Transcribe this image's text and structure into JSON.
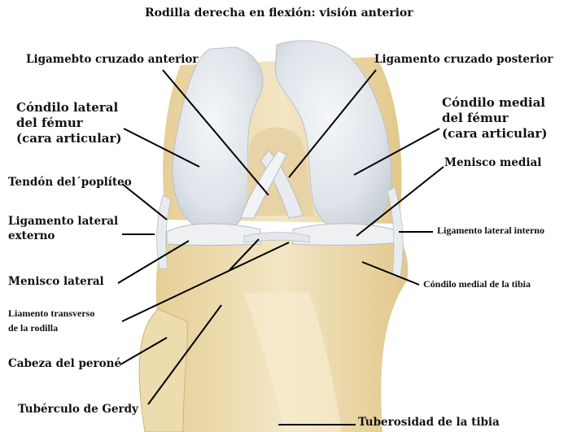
{
  "title": "Rodilla derecha en flexión: visión anterior",
  "labels": {
    "cruzado_anterior": "Ligamebto cruzado anterior",
    "cruzado_posterior": "Ligamento cruzado posterior",
    "condilo_lateral_femur": "Cóndilo lateral\ndel fémur\n(cara articular)",
    "condilo_medial_femur": "Cóndilo medial\ndel fémur\n(cara articular)",
    "tendon_popliteo": "Tendón del´poplíteo",
    "menisco_medial": "Menisco medial",
    "ligamento_lateral_externo": "Ligamento lateral\nexterno",
    "ligamento_lateral_interno": "Ligamento lateral interno",
    "menisco_lateral": "Menisco lateral",
    "condilo_medial_tibia": "Cóndilo medial de la tibia",
    "ligamento_transverso": "Liamento transverso\nde la rodilla",
    "cabeza_perone": "Cabeza del peroné",
    "tuberculo_gerdy": "Tubérculo de Gerdy",
    "tuberosidad_tibia": "Tuberosidad de la tibia"
  },
  "colors": {
    "cartilage": "#dfe4ea",
    "bone": "#efe0b8",
    "bone_dark": "#d6b978",
    "ligament": "#e8ebee",
    "leader": "#000000"
  }
}
